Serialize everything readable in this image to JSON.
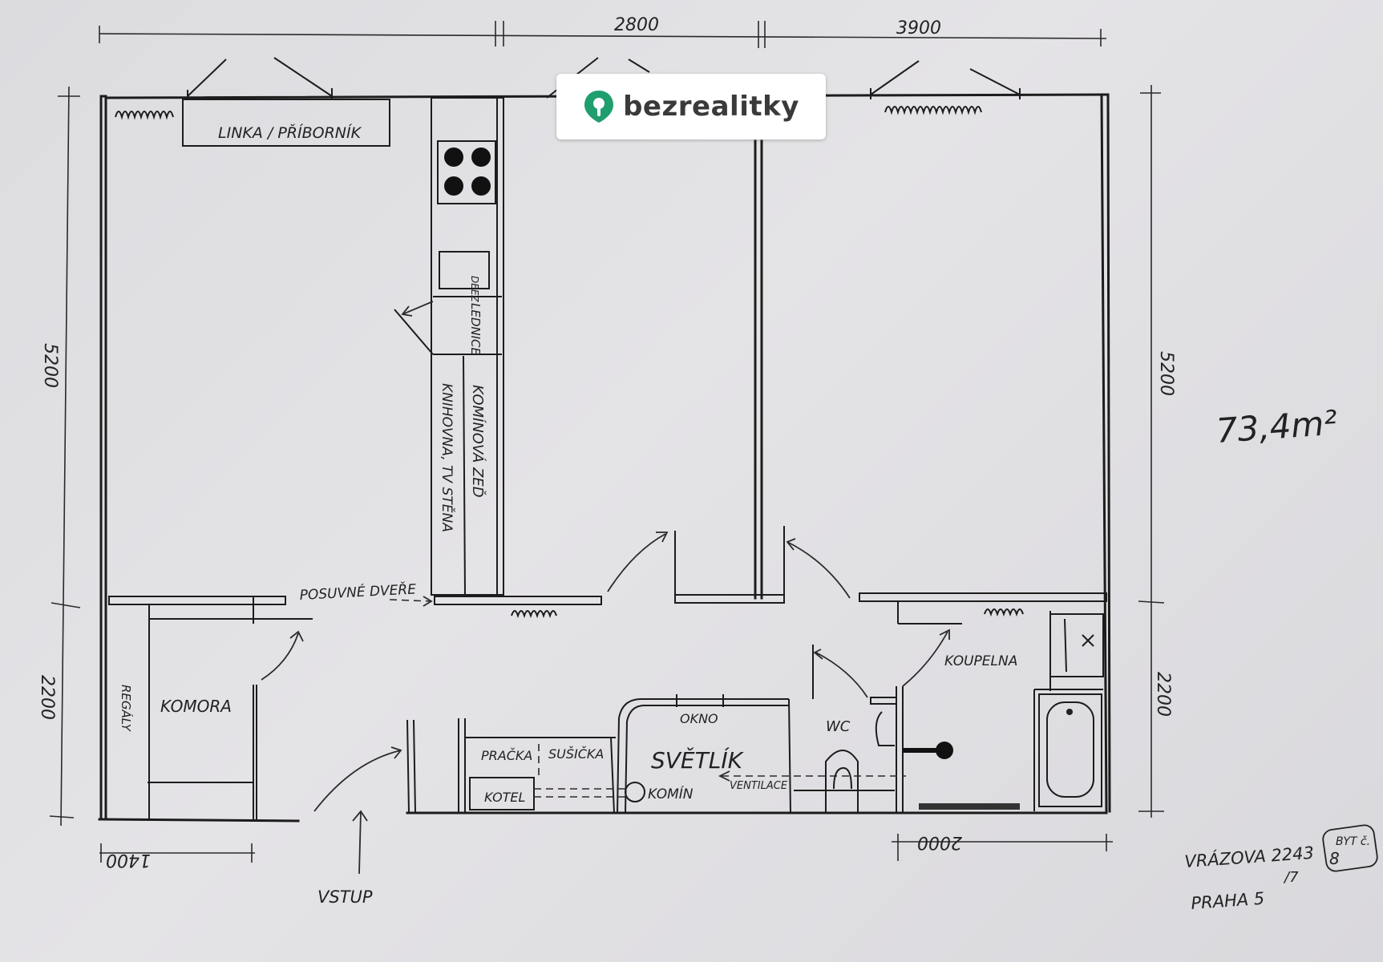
{
  "brand": {
    "name": "bezrealitky",
    "accent": "#1f9e6e"
  },
  "dimensions": {
    "top_middle": "2800",
    "top_right": "3900",
    "left_upper": "5200",
    "left_lower": "2200",
    "right_upper": "5200",
    "right_lower": "2200",
    "bottom_left": "1400",
    "bottom_right": "2000"
  },
  "labels": {
    "linka": "LINKA / PŘÍBORNÍK",
    "deez": "DEEZ",
    "lednice": "LEDNICE",
    "kominova": "KOMÍNOVÁ ZEĎ",
    "knihovna": "KNIHOVNA, TV STĚNA",
    "posuvne": "POSUVNÉ DVEŘE",
    "komora": "KOMORA",
    "regaly": "REGÁLY",
    "koupelna": "KOUPELNA",
    "wc": "WC",
    "okno": "OKNO",
    "svetlik": "SVĚTLÍK",
    "ventilace": "VENTILACE",
    "pracka": "PRAČKA",
    "susicka": "SUŠIČKA",
    "kotel": "KOTEL",
    "komin": "KOMÍN",
    "vstup": "VSTUP"
  },
  "area": "73,4m²",
  "address": {
    "street": "VRÁZOVA 2243",
    "suffix": "/7",
    "city": "PRAHA 5",
    "byt_label": "BYT č.",
    "byt_number": "8"
  }
}
